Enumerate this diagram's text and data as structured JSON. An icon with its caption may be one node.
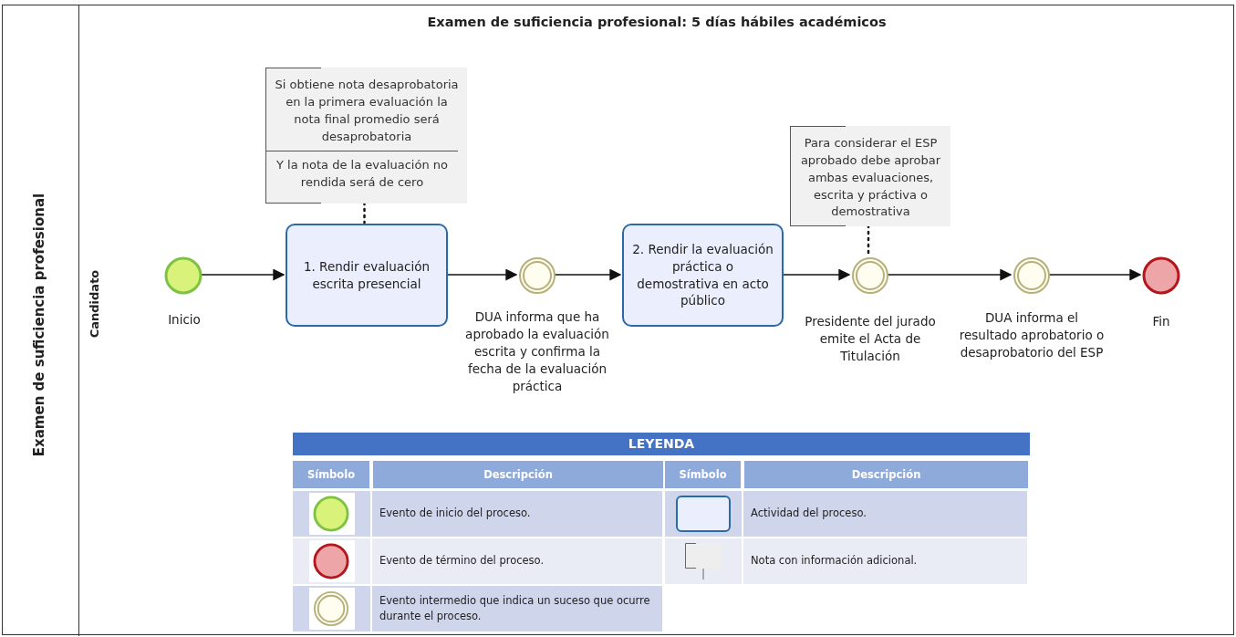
{
  "diagram": {
    "title": "Examen de suficiencia profesional: 5 días hábiles académicos",
    "nodes": [
      {
        "text": [
          "Examen de suficiencia profesional"
        ]
      },
      {
        "text": [
          "Candidato"
        ],
        "in": 0
      },
      {
        "text": [],
        "shape": "circle",
        "beside": [
          "Inicio"
        ],
        "in": 1
      },
      {
        "text": [
          "1. Rendir evaluación escrita presencial"
        ],
        "in": 1
      },
      {
        "text": [],
        "shape": "circle",
        "beside": [
          "DUA informa que ha aprobado la evaluación escrita y confirma la fecha de la evaluación práctica"
        ],
        "in": 1
      },
      {
        "text": [
          "2. Rendir la evaluación práctica o demostrativa en acto público"
        ],
        "in": 1
      },
      {
        "text": [],
        "shape": "circle",
        "beside": [
          "Presidente del jurado emite el Acta de Titulación"
        ],
        "in": 1
      },
      {
        "text": [],
        "shape": "circle",
        "beside": [
          "DUA informa el resultado aprobatorio o desaprobatorio del ESP"
        ],
        "in": 1
      },
      {
        "text": [],
        "shape": "circle",
        "beside": [
          "Fin"
        ],
        "in": 1
      },
      {
        "text": [
          "Si obtiene nota desaprobatoria en la primera evaluación la nota final promedio será desaprobatoria",
          "Y la nota de la evaluación no rendida será de cero"
        ],
        "in": 1
      },
      {
        "text": [
          "Para considerar el ESP aprobado debe aprobar ambas evaluaciones, escrita y práctiva o demostrativa"
        ],
        "in": 1
      }
    ],
    "edges": [
      {
        "from": 2,
        "to": 3,
        "arrow": "to"
      },
      {
        "from": 3,
        "to": 4,
        "arrow": "to"
      },
      {
        "from": 4,
        "to": 5,
        "arrow": "to"
      },
      {
        "from": 5,
        "to": 6,
        "arrow": "to"
      },
      {
        "from": 6,
        "to": 7,
        "arrow": "to"
      },
      {
        "from": 7,
        "to": 8,
        "arrow": "to"
      },
      {
        "from": 9,
        "to": 3,
        "arrow": "none",
        "style": "dashed"
      },
      {
        "from": 10,
        "to": 6,
        "arrow": "none",
        "style": "dashed"
      }
    ],
    "labels": [
      "LEYENDA",
      "Símbolo",
      "Descripción",
      "Símbolo",
      "Descripción"
    ],
    "legend": [
      {
        "text": "Evento de inicio del proceso."
      },
      {
        "text": "Actividad del proceso."
      },
      {
        "text": "Evento de término del proceso."
      },
      {
        "text": "Nota con información adicional."
      },
      {
        "text": "Evento intermedio que indica un suceso que ocurre durante el proceso."
      }
    ]
  }
}
